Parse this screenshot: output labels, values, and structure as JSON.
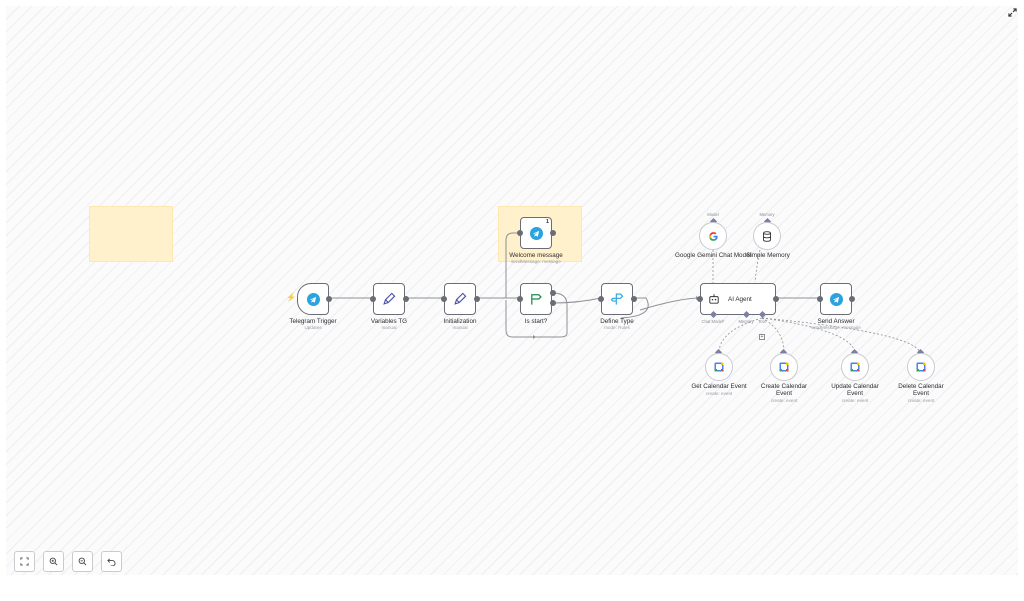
{
  "nodes": {
    "telegram_trigger": {
      "label": "Telegram Trigger",
      "sub": "Updates"
    },
    "variables_tg": {
      "label": "Variables TG",
      "sub": "manual"
    },
    "initialization": {
      "label": "Initialization",
      "sub": "manual"
    },
    "is_start": {
      "label": "Is start?"
    },
    "welcome_message": {
      "label": "Welcome message",
      "sub": "sendMessage: message",
      "badge": "1"
    },
    "define_type": {
      "label": "Define Type",
      "sub": "mode: Rules"
    },
    "ai_agent": {
      "label": "AI Agent"
    },
    "send_answer": {
      "label": "Send Answer",
      "sub": "sendMessage: message"
    },
    "gemini": {
      "label": "Google Gemini Chat Model",
      "top": "Model"
    },
    "memory": {
      "label": "Simple Memory",
      "top": "Memory"
    },
    "get_event": {
      "label": "Get Calendar Event",
      "sub": "create: event"
    },
    "create_event": {
      "label": "Create Calendar Event",
      "sub": "create: event"
    },
    "update_event": {
      "label": "Update Calendar Event",
      "sub": "create: event"
    },
    "delete_event": {
      "label": "Delete Calendar Event",
      "sub": "create: event"
    }
  },
  "agent_ports": {
    "chat_model": "Chat Model*",
    "memory": "Memory",
    "tool": "Tool"
  },
  "controls": [
    "fit-view",
    "zoom-in",
    "zoom-out",
    "reset-zoom"
  ],
  "colors": {
    "telegram": "#2aa3df",
    "canvas": "#fbfbfb",
    "node_border": "#6a6d75",
    "sticky": "#fff1cc",
    "connector": "#7a7fa3",
    "trigger_bolt": "#ff6d5a"
  }
}
